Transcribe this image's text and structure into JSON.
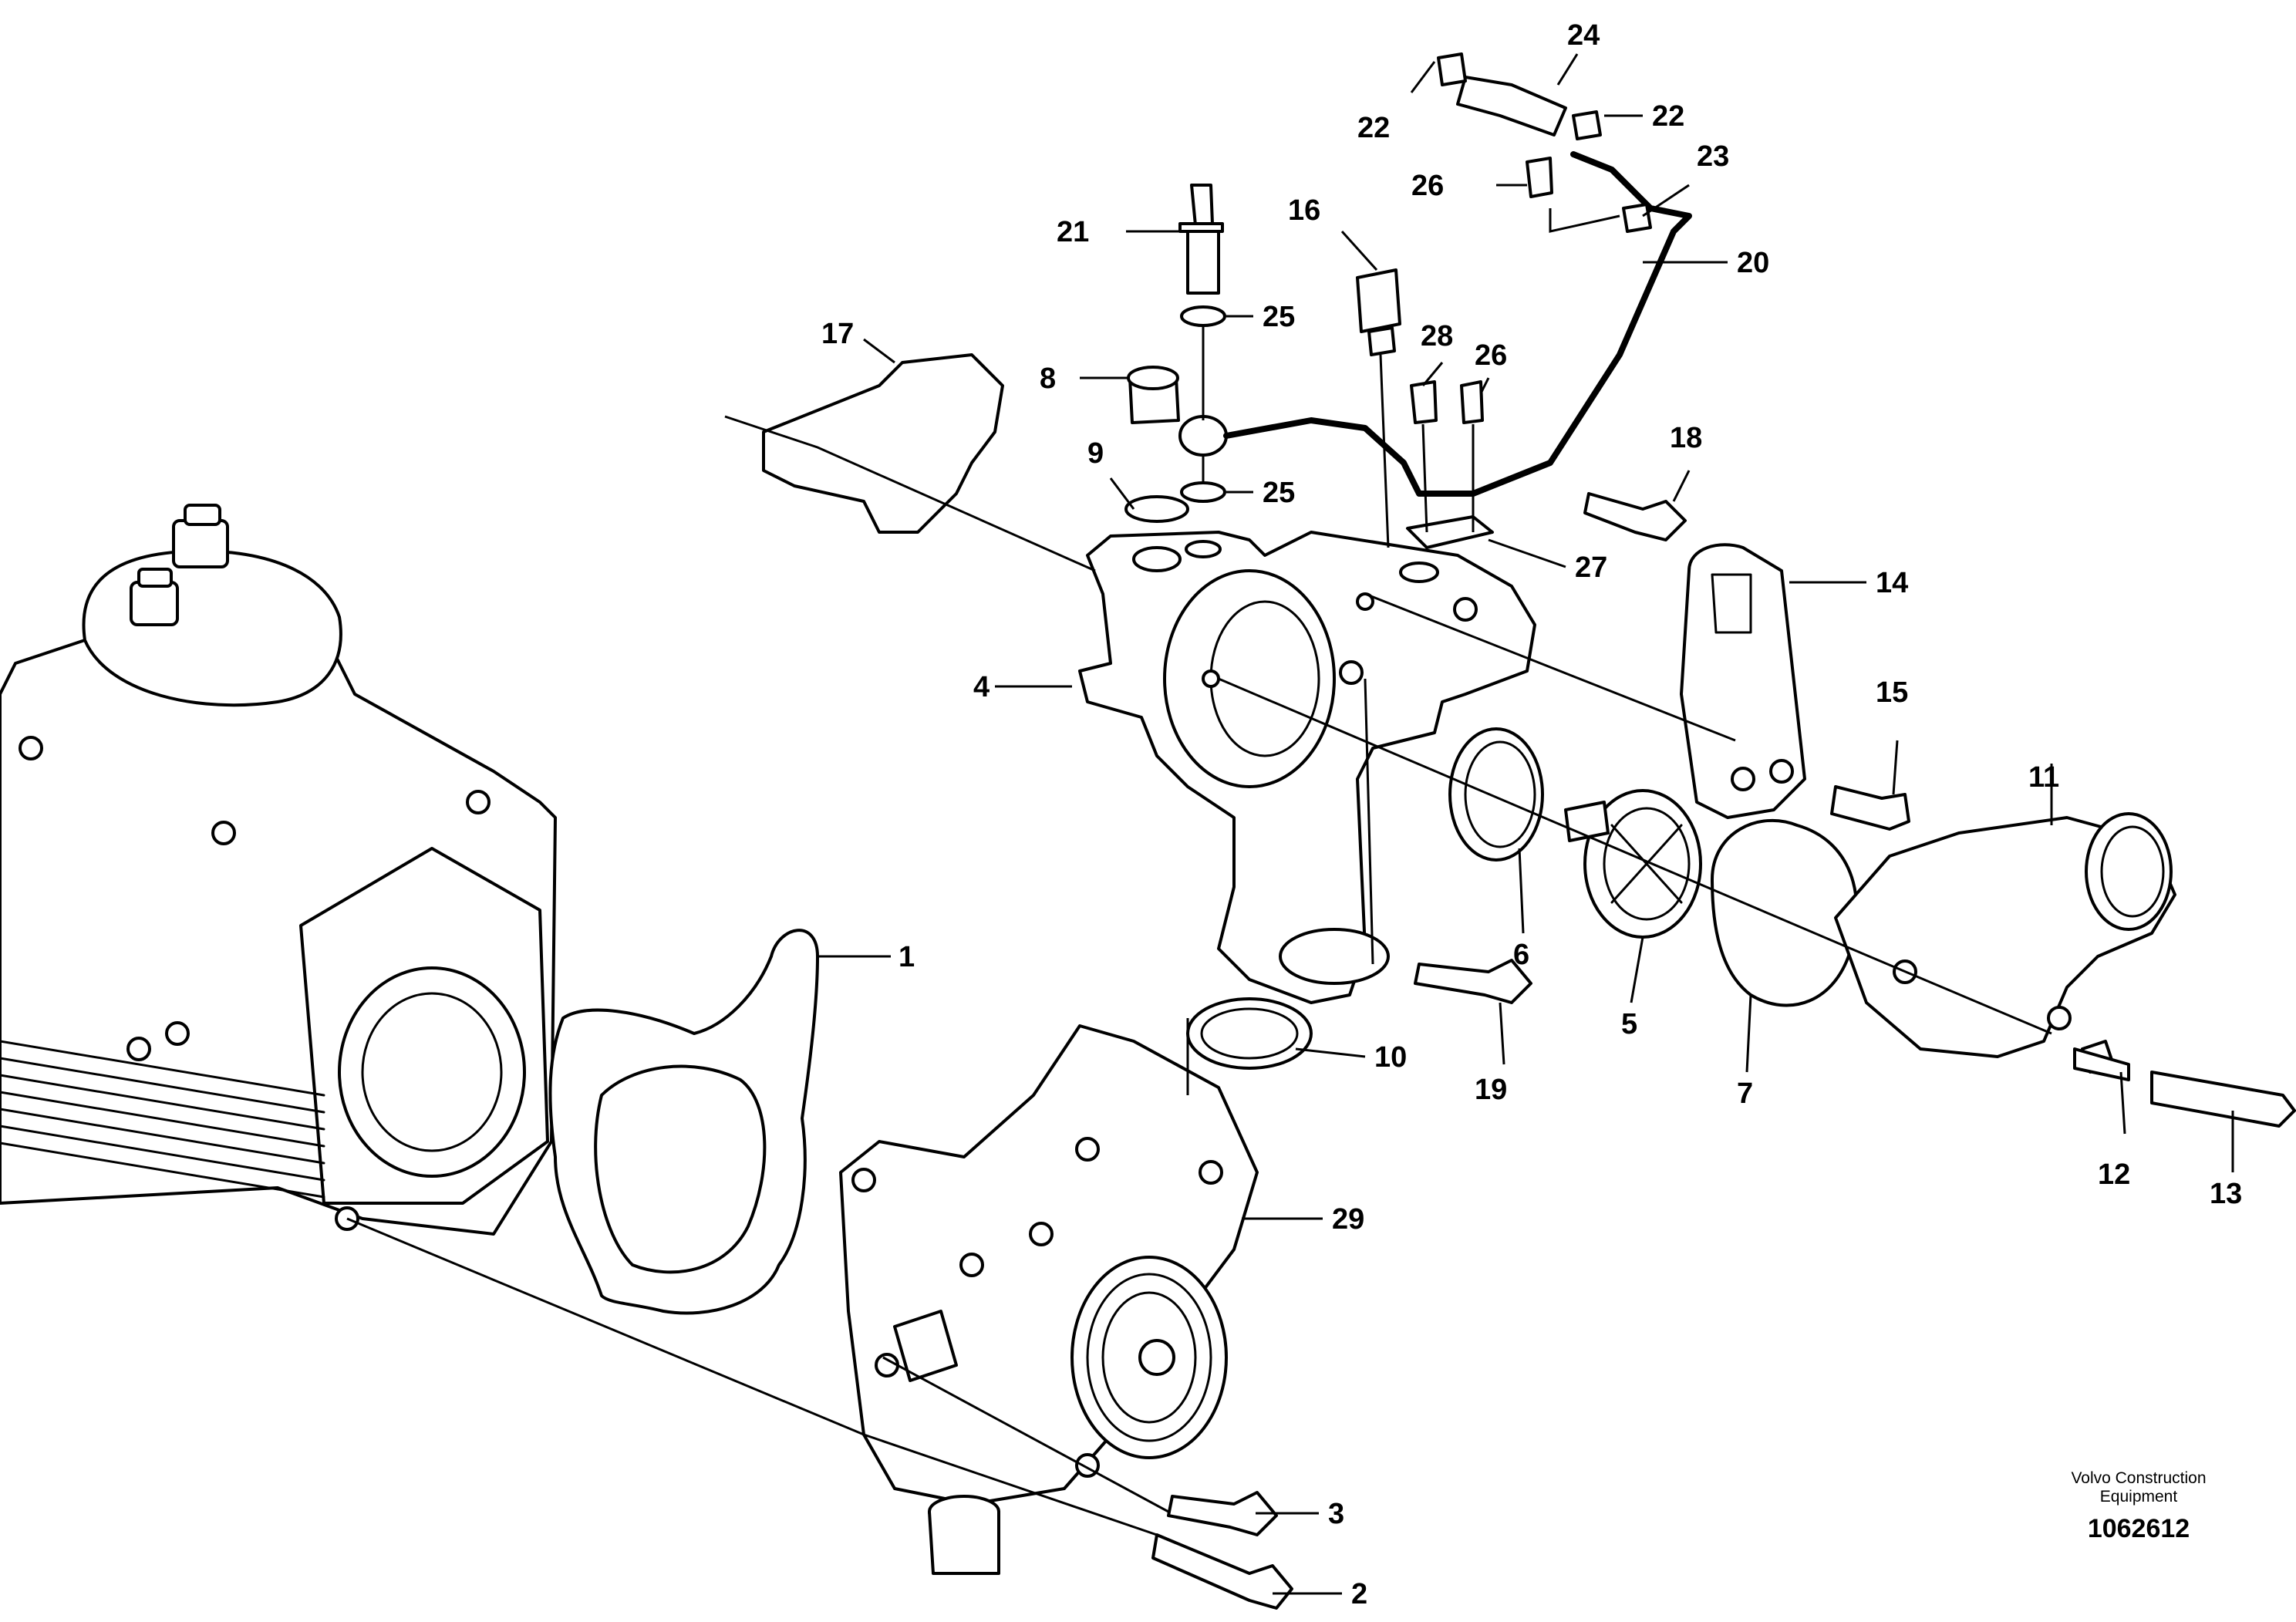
{
  "callouts": [
    {
      "id": "1",
      "label": "1"
    },
    {
      "id": "2",
      "label": "2"
    },
    {
      "id": "3",
      "label": "3"
    },
    {
      "id": "4",
      "label": "4"
    },
    {
      "id": "5",
      "label": "5"
    },
    {
      "id": "6",
      "label": "6"
    },
    {
      "id": "7",
      "label": "7"
    },
    {
      "id": "8",
      "label": "8"
    },
    {
      "id": "9",
      "label": "9"
    },
    {
      "id": "10",
      "label": "10"
    },
    {
      "id": "11",
      "label": "11"
    },
    {
      "id": "12",
      "label": "12"
    },
    {
      "id": "13",
      "label": "13"
    },
    {
      "id": "14",
      "label": "14"
    },
    {
      "id": "15",
      "label": "15"
    },
    {
      "id": "16",
      "label": "16"
    },
    {
      "id": "17",
      "label": "17"
    },
    {
      "id": "18",
      "label": "18"
    },
    {
      "id": "19",
      "label": "19"
    },
    {
      "id": "20",
      "label": "20"
    },
    {
      "id": "21",
      "label": "21"
    },
    {
      "id": "22a",
      "label": "22"
    },
    {
      "id": "22b",
      "label": "22"
    },
    {
      "id": "23",
      "label": "23"
    },
    {
      "id": "24",
      "label": "24"
    },
    {
      "id": "25a",
      "label": "25"
    },
    {
      "id": "25b",
      "label": "25"
    },
    {
      "id": "26a",
      "label": "26"
    },
    {
      "id": "26b",
      "label": "26"
    },
    {
      "id": "27",
      "label": "27"
    },
    {
      "id": "28",
      "label": "28"
    },
    {
      "id": "29",
      "label": "29"
    }
  ],
  "credit": {
    "line1": "Volvo Construction",
    "line2": "Equipment",
    "number": "1062612"
  }
}
